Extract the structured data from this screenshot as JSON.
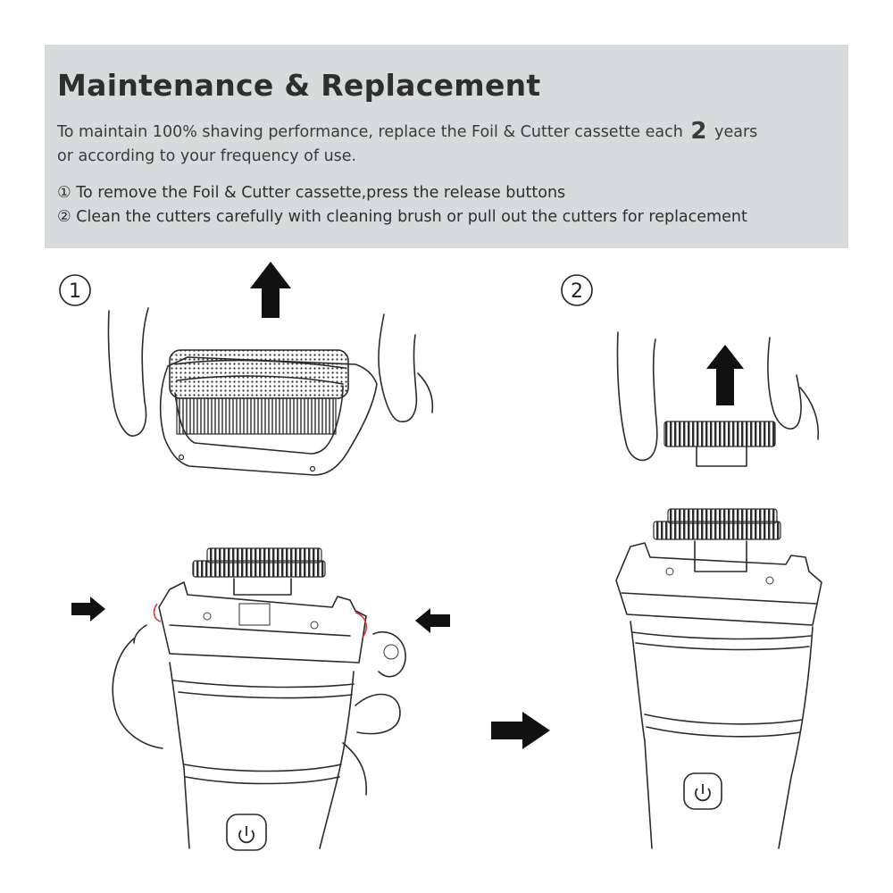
{
  "header": {
    "title": "Maintenance & Replacement",
    "intro_before": "To maintain 100% shaving performance, replace the Foil & Cutter cassette each",
    "intro_number": "2",
    "intro_after": "years",
    "intro_line2": "or according to your frequency of use."
  },
  "steps": [
    {
      "marker": "①",
      "text": "To remove the Foil & Cutter cassette,press the release buttons"
    },
    {
      "marker": "②",
      "text": "Clean the cutters carefully with cleaning brush or pull out the cutters for replacement"
    }
  ],
  "figure_labels": {
    "step1": "1",
    "step2": "2"
  },
  "icons": [
    "arrow-up-icon",
    "arrow-right-icon",
    "arrow-left-icon",
    "power-icon"
  ],
  "colors": {
    "panel_bg": "#d7dbdc",
    "line": "#2b2b2b",
    "highlight": "#d9343f"
  }
}
